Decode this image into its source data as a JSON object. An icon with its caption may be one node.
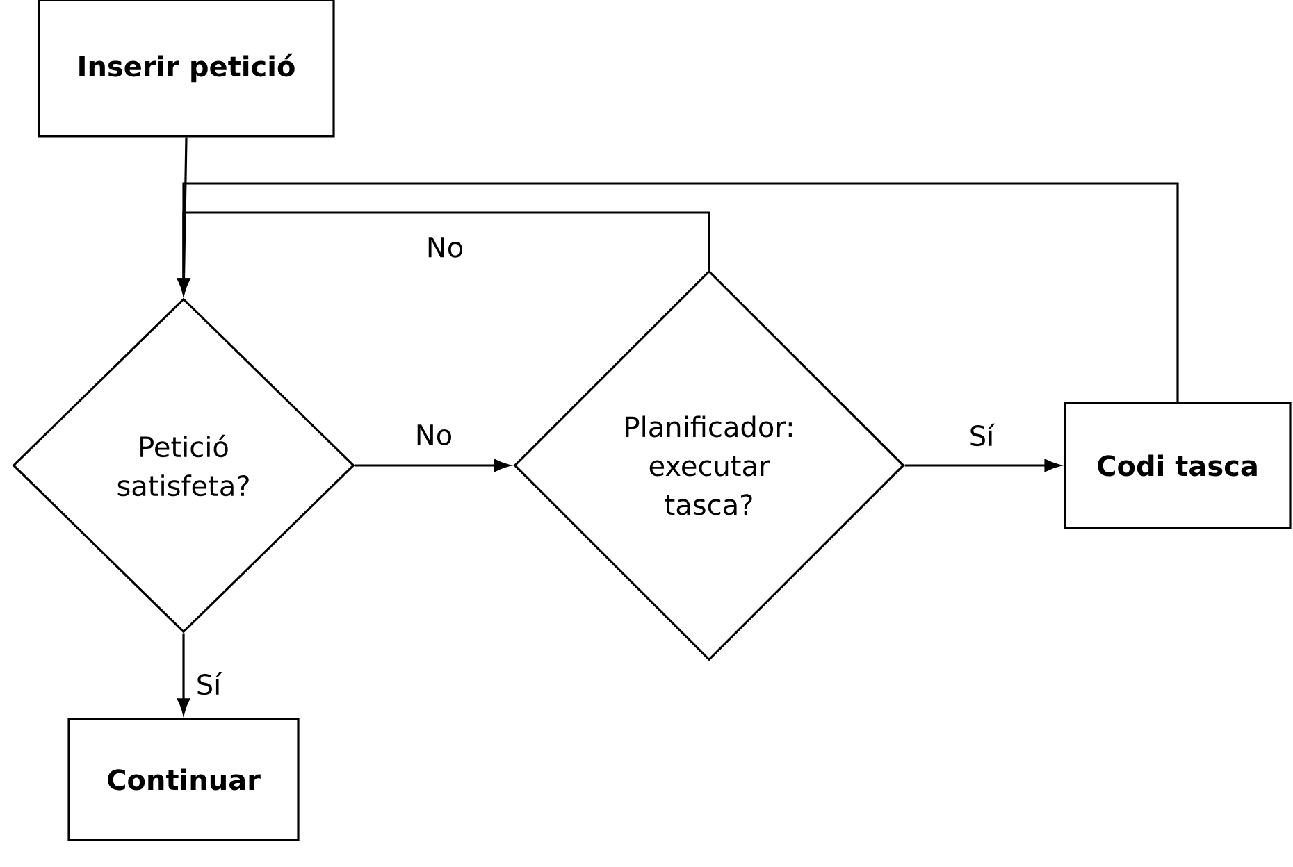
{
  "diagram": {
    "nodes": [
      {
        "text": [
          "Inserir petició"
        ]
      },
      {
        "text": [
          "Petició satisfeta?"
        ]
      },
      {
        "text": [
          "Planificador: executar tasca?"
        ]
      },
      {
        "text": [
          "Codi tasca"
        ]
      },
      {
        "text": [
          "Continuar"
        ]
      }
    ],
    "edges": [
      {
        "from": 0,
        "to": 1,
        "arrow": "to"
      },
      {
        "from": 1,
        "to": 2,
        "arrow": "to",
        "label": "No"
      },
      {
        "from": 2,
        "to": 3,
        "arrow": "to",
        "label": "Sí"
      },
      {
        "from": 1,
        "to": 4,
        "arrow": "to",
        "label": "Sí"
      },
      {
        "from": 2,
        "to": 1,
        "arrow": "to",
        "label": "No"
      },
      {
        "from": 3,
        "to": 1,
        "arrow": "to"
      }
    ]
  }
}
